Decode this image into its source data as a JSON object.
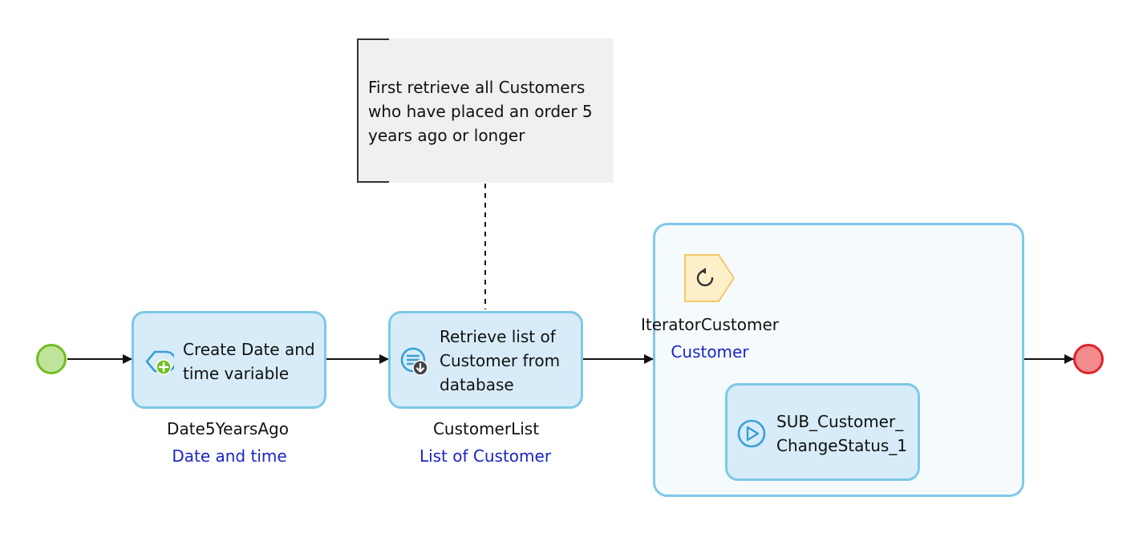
{
  "annotation": {
    "text": "First retrieve all Customers who have placed an order 5 years ago or longer"
  },
  "activities": {
    "create_date": {
      "label": "Create Date and time variable",
      "output_name": "Date5YearsAgo",
      "output_type": "Date and time",
      "icon": "create-variable-icon"
    },
    "retrieve": {
      "label": "Retrieve list of Customer from database",
      "output_name": "CustomerList",
      "output_type": "List of Customer",
      "icon": "database-retrieve-icon"
    },
    "sub_call": {
      "label": "SUB_Customer_ChangeStatus_1",
      "icon": "play-icon"
    }
  },
  "loop": {
    "iterator_name": "IteratorCustomer",
    "iterator_type": "Customer",
    "icon": "loop-iterator-icon"
  },
  "colors": {
    "activity_fill": "#d7ecf8",
    "activity_border": "#7ec8e8",
    "start_fill": "#bfe39a",
    "start_border": "#6fbd1e",
    "end_fill": "#f28b8b",
    "end_border": "#e0212b",
    "annotation_fill": "#f0f0f0",
    "type_text": "#1a24c8"
  }
}
